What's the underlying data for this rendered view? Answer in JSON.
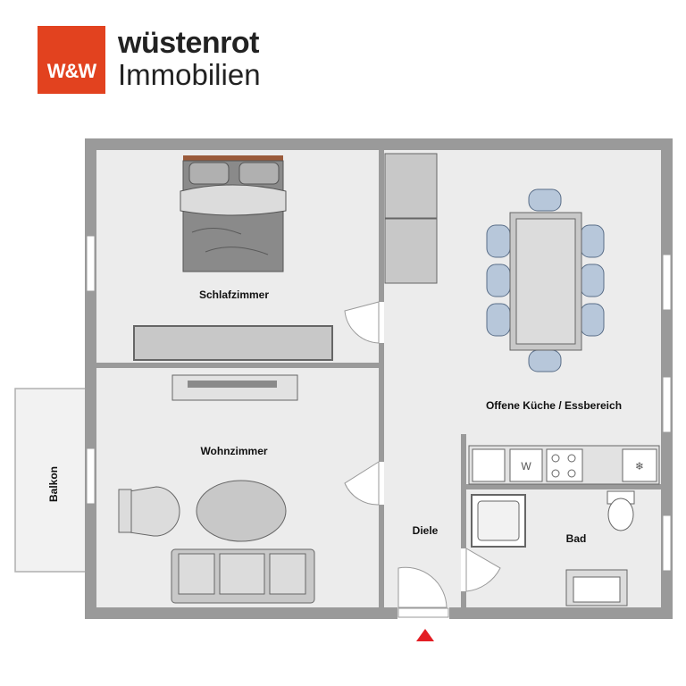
{
  "logo": {
    "mark": "W&W",
    "brand_line1": "wüstenrot",
    "brand_line2": "Immobilien",
    "brand_color": "#e2421f"
  },
  "rooms": {
    "schlafzimmer": "Schlafzimmer",
    "wohnzimmer": "Wohnzimmer",
    "kueche": "Offene Küche / Essbereich",
    "diele": "Diele",
    "bad": "Bad",
    "balkon": "Balkon"
  },
  "appliances": {
    "washer": "W",
    "freezer": "❄"
  },
  "colors": {
    "wall": "#9a9a9a",
    "floor": "#ececec",
    "furniture": "#b5b5b5",
    "chair_accent": "#8fa6c2",
    "entrance_marker": "#e31e24"
  }
}
